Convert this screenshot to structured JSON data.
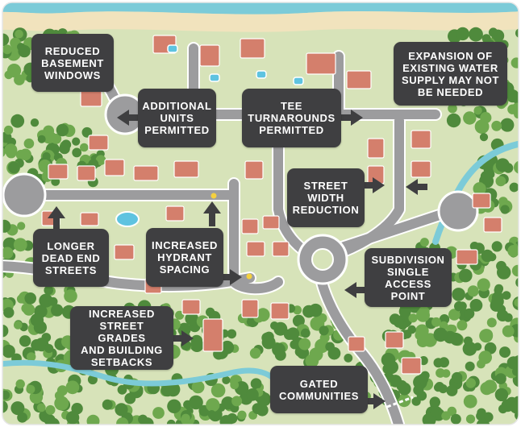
{
  "map": {
    "colors": {
      "land": "#d7e3b9",
      "trees": "#4f8a3c",
      "tree_light": "#6ea84e",
      "road": "#9c9c9e",
      "road_edge": "#ffffff",
      "water": "#7ccbd8",
      "beach": "#f1e3bd",
      "roof": "#d47f6c",
      "pool": "#5ec3e0",
      "label_bg": "#3f3f41",
      "label_text": "#ffffff"
    },
    "labels": [
      {
        "id": "reduced-basement-windows",
        "text": "REDUCED\nBASEMENT\nWINDOWS"
      },
      {
        "id": "additional-units-permitted",
        "text": "ADDITIONAL\nUNITS\nPERMITTED"
      },
      {
        "id": "tee-turnarounds-permitted",
        "text": "TEE\nTURNAROUNDS\nPERMITTED"
      },
      {
        "id": "expansion-water-supply",
        "text": "EXPANSION OF\nEXISTING WATER\nSUPPLY MAY NOT\nBE NEEDED"
      },
      {
        "id": "street-width-reduction",
        "text": "STREET\nWIDTH\nREDUCTION"
      },
      {
        "id": "longer-dead-end-streets",
        "text": "LONGER\nDEAD END\nSTREETS"
      },
      {
        "id": "increased-hydrant-spacing",
        "text": "INCREASED\nHYDRANT\nSPACING"
      },
      {
        "id": "subdivision-single-access-point",
        "text": "SUBDIVISION\nSINGLE\nACCESS POINT"
      },
      {
        "id": "increased-street-grades",
        "text": "INCREASED\nSTREET GRADES\nAND BUILDING\nSETBACKS"
      },
      {
        "id": "gated-communities",
        "text": "GATED\nCOMMUNITIES"
      }
    ]
  }
}
